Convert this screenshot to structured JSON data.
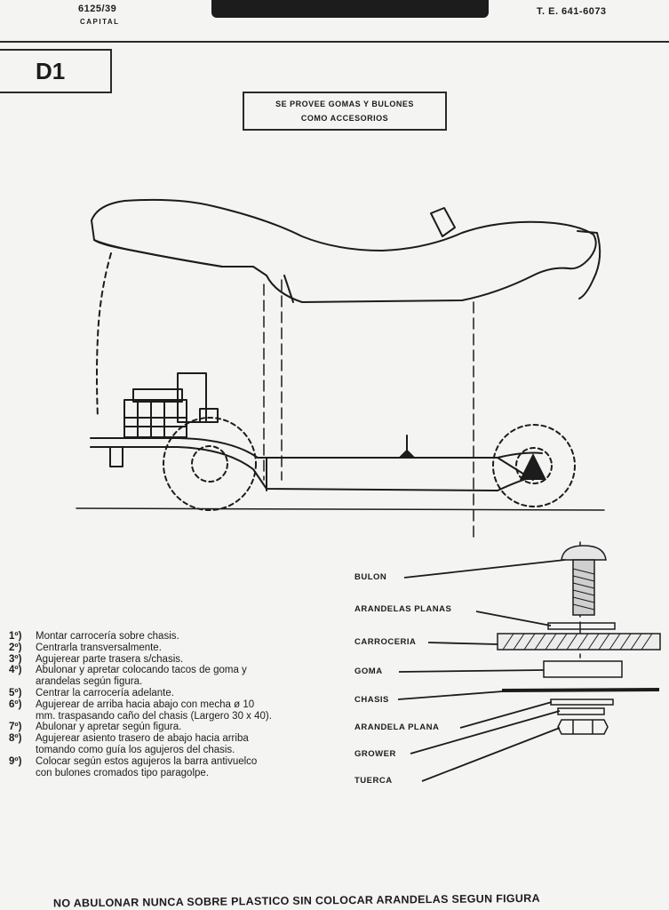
{
  "header": {
    "address_line1": "6125/39",
    "address_line2": "CAPITAL",
    "phone": "T. E. 641-6073"
  },
  "sheet_code": "D1",
  "accessories_note": {
    "line1": "SE PROVEE GOMAS Y BULONES",
    "line2": "COMO ACCESORIOS"
  },
  "parts": [
    "BULON",
    "ARANDELAS PLANAS",
    "CARROCERIA",
    "GOMA",
    "CHASIS",
    "ARANDELA PLANA",
    "GROWER",
    "TUERCA"
  ],
  "steps": [
    {
      "num": "1º)",
      "text": "Montar carrocería sobre chasis."
    },
    {
      "num": "2º)",
      "text": "Centrarla transversalmente."
    },
    {
      "num": "3º)",
      "text": "Agujerear parte trasera s/chasis."
    },
    {
      "num": "4º)",
      "text": "Abulonar y apretar colocando tacos de goma y arandelas según figura."
    },
    {
      "num": "5º)",
      "text": "Centrar la carrocería adelante."
    },
    {
      "num": "6º)",
      "text": "Agujerear de arriba hacia abajo con mecha ø 10 mm. traspasando caño del chasis (Largero 30 x 40)."
    },
    {
      "num": "7º)",
      "text": "Abulonar y apretar según figura."
    },
    {
      "num": "8º)",
      "text": "Agujerear asiento trasero de abajo hacia arriba tomando como guía los agujeros del chasis."
    },
    {
      "num": "9º)",
      "text": "Colocar según estos agujeros la barra antivuelco con bulones cromados tipo paragolpe."
    }
  ],
  "footer_warning": "NO ABULONAR NUNCA SOBRE PLASTICO SIN COLOCAR ARANDELAS SEGUN FIGURA"
}
